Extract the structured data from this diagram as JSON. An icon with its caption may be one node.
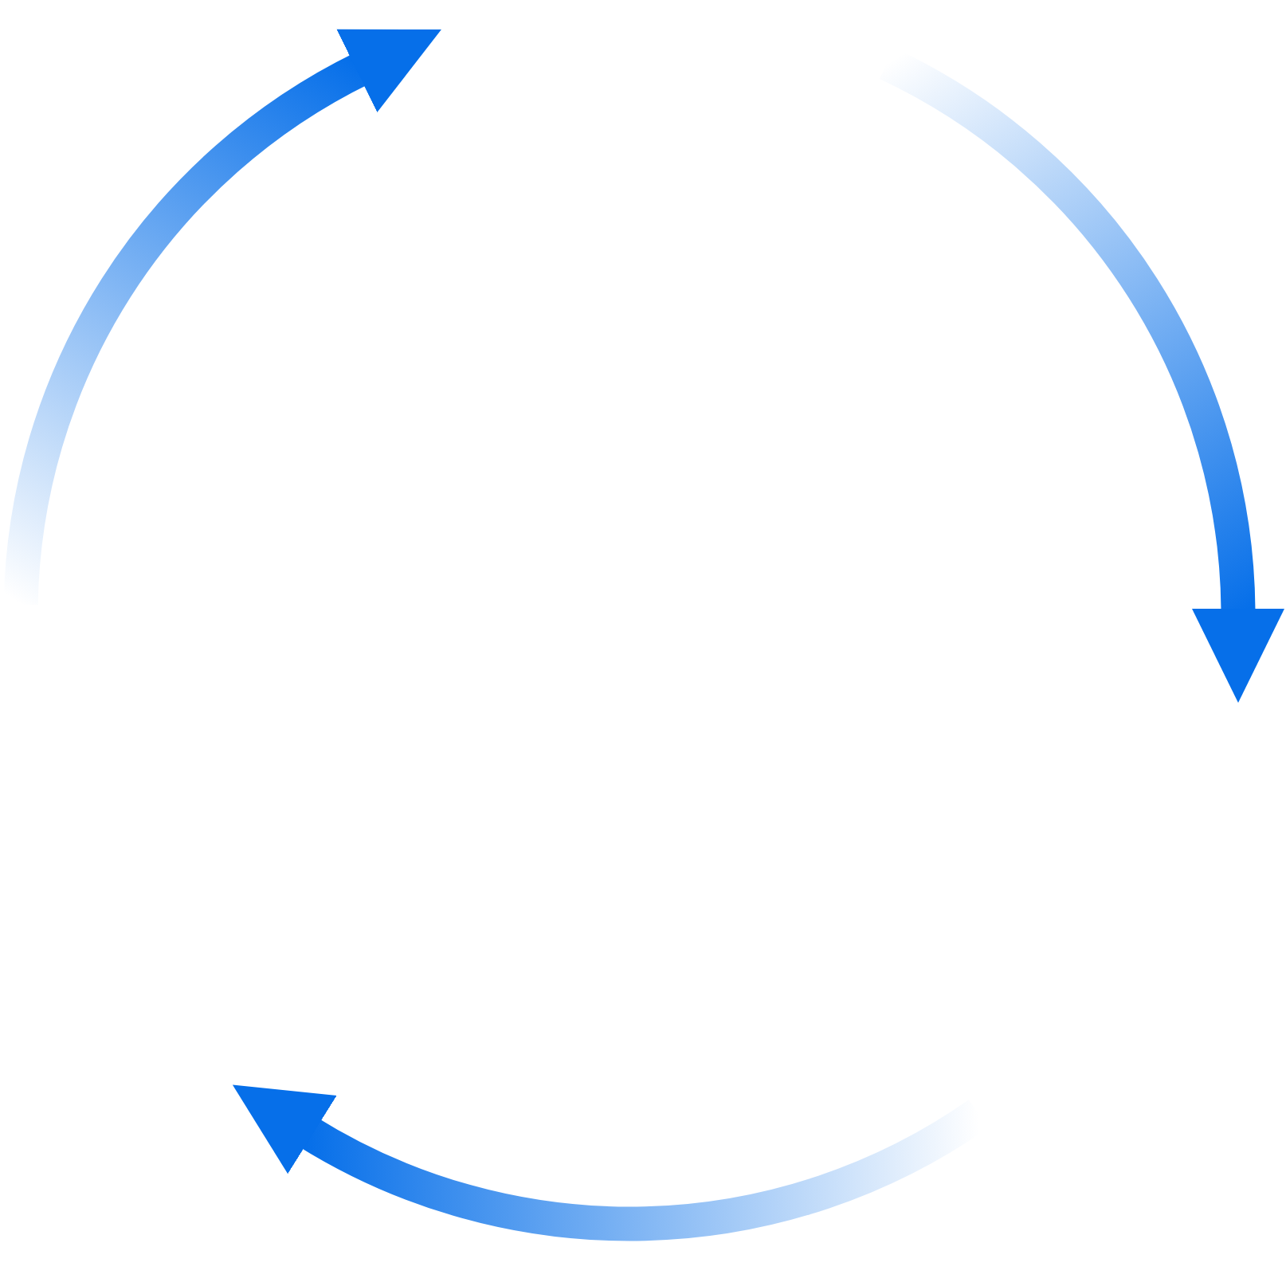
{
  "diagram": {
    "nodes": [
      {
        "text": [],
        "shape": "arrow"
      },
      {
        "text": [],
        "shape": "arrow"
      },
      {
        "text": [],
        "shape": "arrow"
      }
    ]
  }
}
